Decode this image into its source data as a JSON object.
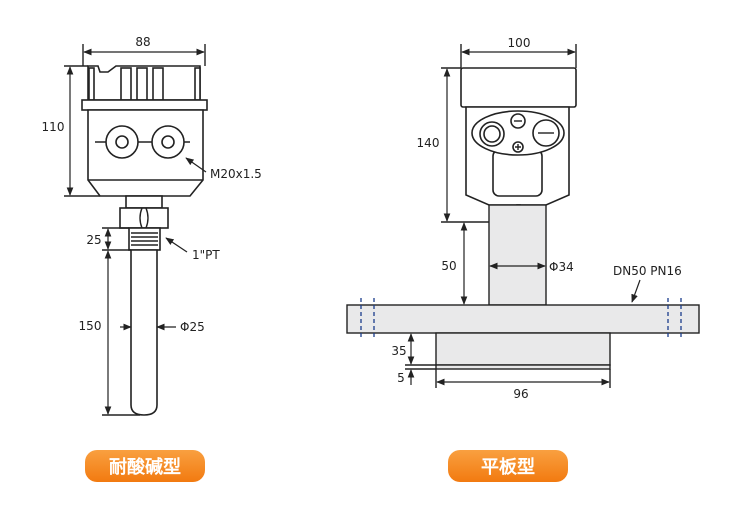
{
  "left_device": {
    "type_label": "耐酸碱型",
    "dims": {
      "width": "88",
      "head_height": "110",
      "thread_length": "25",
      "probe_length": "150",
      "probe_diameter": "Φ25"
    },
    "callouts": {
      "cable_gland": "M20x1.5",
      "thread": "1\"PT"
    }
  },
  "right_device": {
    "type_label": "平板型",
    "dims": {
      "width": "100",
      "head_height": "140",
      "pipe_length": "50",
      "pipe_diameter": "Φ34",
      "plate_thickness": "35",
      "plate_gap": "5",
      "plate_width": "96"
    },
    "callouts": {
      "flange": "DN50 PN16"
    }
  },
  "colors": {
    "badge": "#f58220",
    "fill": "#e9e9ea",
    "dash": "#1a3c8c"
  }
}
